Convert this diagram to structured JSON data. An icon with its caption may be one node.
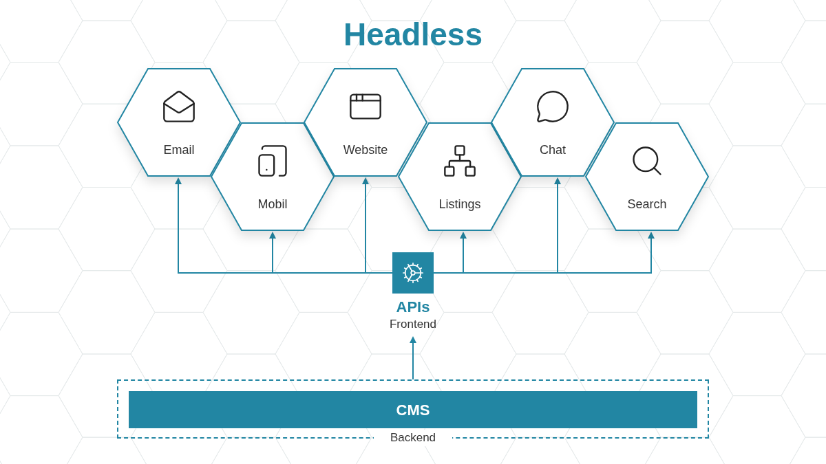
{
  "diagram": {
    "title": "Headless",
    "nodes": [
      {
        "text": [
          "Email"
        ]
      },
      {
        "text": [
          "Mobil"
        ]
      },
      {
        "text": [
          "Website"
        ]
      },
      {
        "text": [
          "Listings"
        ]
      },
      {
        "text": [
          "Chat"
        ]
      },
      {
        "text": [
          "Search"
        ]
      },
      {
        "text": [
          "APIs",
          "Frontend"
        ]
      },
      {
        "text": [
          "Backend"
        ]
      },
      {
        "text": [
          "CMS"
        ],
        "in": 7
      }
    ],
    "edges": [
      {
        "from": 6,
        "to": 0,
        "arrow": "to"
      },
      {
        "from": 6,
        "to": 1,
        "arrow": "to"
      },
      {
        "from": 6,
        "to": 2,
        "arrow": "to"
      },
      {
        "from": 6,
        "to": 3,
        "arrow": "to"
      },
      {
        "from": 6,
        "to": 4,
        "arrow": "to"
      },
      {
        "from": 6,
        "to": 5,
        "arrow": "to"
      },
      {
        "from": 7,
        "to": 6,
        "arrow": "to"
      }
    ]
  }
}
